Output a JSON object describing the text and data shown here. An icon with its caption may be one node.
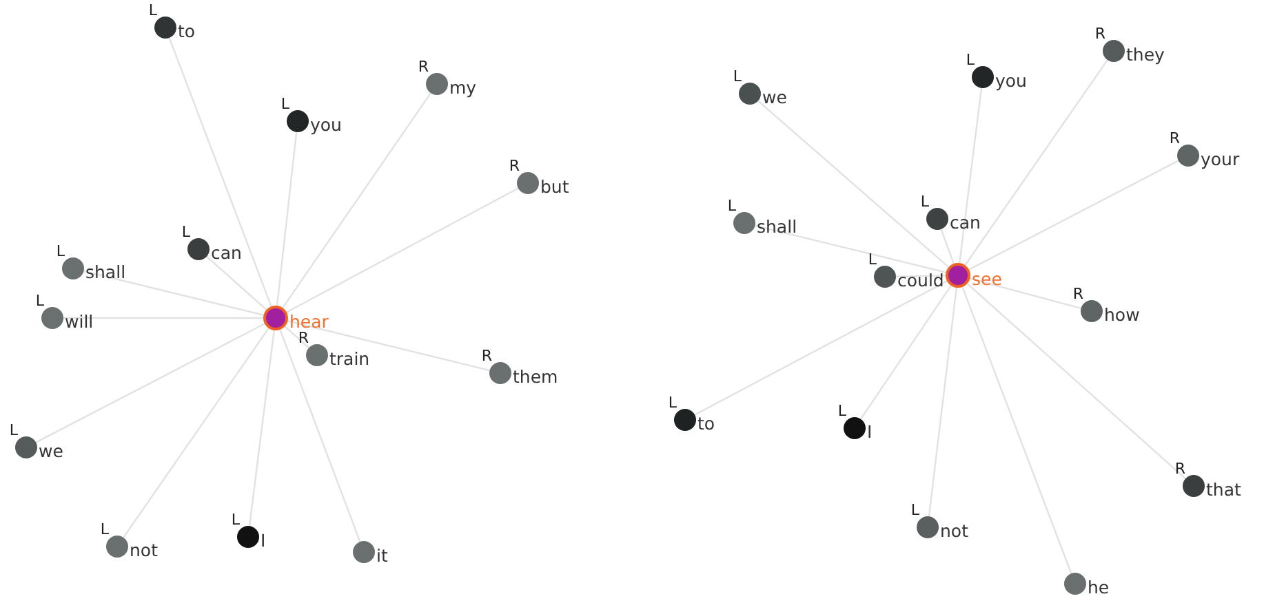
{
  "diagram": {
    "nodes": [
      {
        "text": [
          "hear"
        ]
      },
      {
        "text": [
          "to"
        ],
        "beside": [
          "L"
        ]
      },
      {
        "text": [
          "my"
        ],
        "beside": [
          "R"
        ]
      },
      {
        "text": [
          "you"
        ],
        "beside": [
          "L"
        ]
      },
      {
        "text": [
          "but"
        ],
        "beside": [
          "R"
        ]
      },
      {
        "text": [
          "can"
        ],
        "beside": [
          "L"
        ]
      },
      {
        "text": [
          "shall"
        ],
        "beside": [
          "L"
        ]
      },
      {
        "text": [
          "will"
        ],
        "beside": [
          "L"
        ]
      },
      {
        "text": [
          "train"
        ],
        "beside": [
          "R"
        ]
      },
      {
        "text": [
          "them"
        ],
        "beside": [
          "R"
        ]
      },
      {
        "text": [
          "we"
        ],
        "beside": [
          "L"
        ]
      },
      {
        "text": [
          "I"
        ],
        "beside": [
          "L"
        ]
      },
      {
        "text": [
          "not"
        ],
        "beside": [
          "L"
        ]
      },
      {
        "text": [
          "it"
        ]
      },
      {
        "text": [
          "see"
        ]
      },
      {
        "text": [
          "they"
        ],
        "beside": [
          "R"
        ]
      },
      {
        "text": [
          "you"
        ],
        "beside": [
          "L"
        ]
      },
      {
        "text": [
          "we"
        ],
        "beside": [
          "L"
        ]
      },
      {
        "text": [
          "your"
        ],
        "beside": [
          "R"
        ]
      },
      {
        "text": [
          "can"
        ],
        "beside": [
          "L"
        ]
      },
      {
        "text": [
          "shall"
        ],
        "beside": [
          "L"
        ]
      },
      {
        "text": [
          "could"
        ],
        "beside": [
          "L"
        ]
      },
      {
        "text": [
          "how"
        ],
        "beside": [
          "R"
        ]
      },
      {
        "text": [
          "to"
        ],
        "beside": [
          "L"
        ]
      },
      {
        "text": [
          "I"
        ],
        "beside": [
          "L"
        ]
      },
      {
        "text": [
          "that"
        ],
        "beside": [
          "R"
        ]
      },
      {
        "text": [
          "not"
        ],
        "beside": [
          "L"
        ]
      },
      {
        "text": [
          "he"
        ]
      }
    ],
    "edges": [
      {
        "from": 0,
        "to": 1,
        "arrow": "none"
      },
      {
        "from": 0,
        "to": 2,
        "arrow": "none"
      },
      {
        "from": 0,
        "to": 3,
        "arrow": "none"
      },
      {
        "from": 0,
        "to": 4,
        "arrow": "none"
      },
      {
        "from": 0,
        "to": 5,
        "arrow": "none"
      },
      {
        "from": 0,
        "to": 6,
        "arrow": "none"
      },
      {
        "from": 0,
        "to": 7,
        "arrow": "none"
      },
      {
        "from": 0,
        "to": 8,
        "arrow": "none"
      },
      {
        "from": 0,
        "to": 9,
        "arrow": "none"
      },
      {
        "from": 0,
        "to": 10,
        "arrow": "none"
      },
      {
        "from": 0,
        "to": 11,
        "arrow": "none"
      },
      {
        "from": 0,
        "to": 12,
        "arrow": "none"
      },
      {
        "from": 0,
        "to": 13,
        "arrow": "none"
      },
      {
        "from": 14,
        "to": 15,
        "arrow": "none"
      },
      {
        "from": 14,
        "to": 16,
        "arrow": "none"
      },
      {
        "from": 14,
        "to": 17,
        "arrow": "none"
      },
      {
        "from": 14,
        "to": 18,
        "arrow": "none"
      },
      {
        "from": 14,
        "to": 19,
        "arrow": "none"
      },
      {
        "from": 14,
        "to": 20,
        "arrow": "none"
      },
      {
        "from": 14,
        "to": 21,
        "arrow": "none"
      },
      {
        "from": 14,
        "to": 22,
        "arrow": "none"
      },
      {
        "from": 14,
        "to": 23,
        "arrow": "none"
      },
      {
        "from": 14,
        "to": 24,
        "arrow": "none"
      },
      {
        "from": 14,
        "to": 25,
        "arrow": "none"
      },
      {
        "from": 14,
        "to": 26,
        "arrow": "none"
      },
      {
        "from": 14,
        "to": 27,
        "arrow": "none"
      }
    ]
  }
}
